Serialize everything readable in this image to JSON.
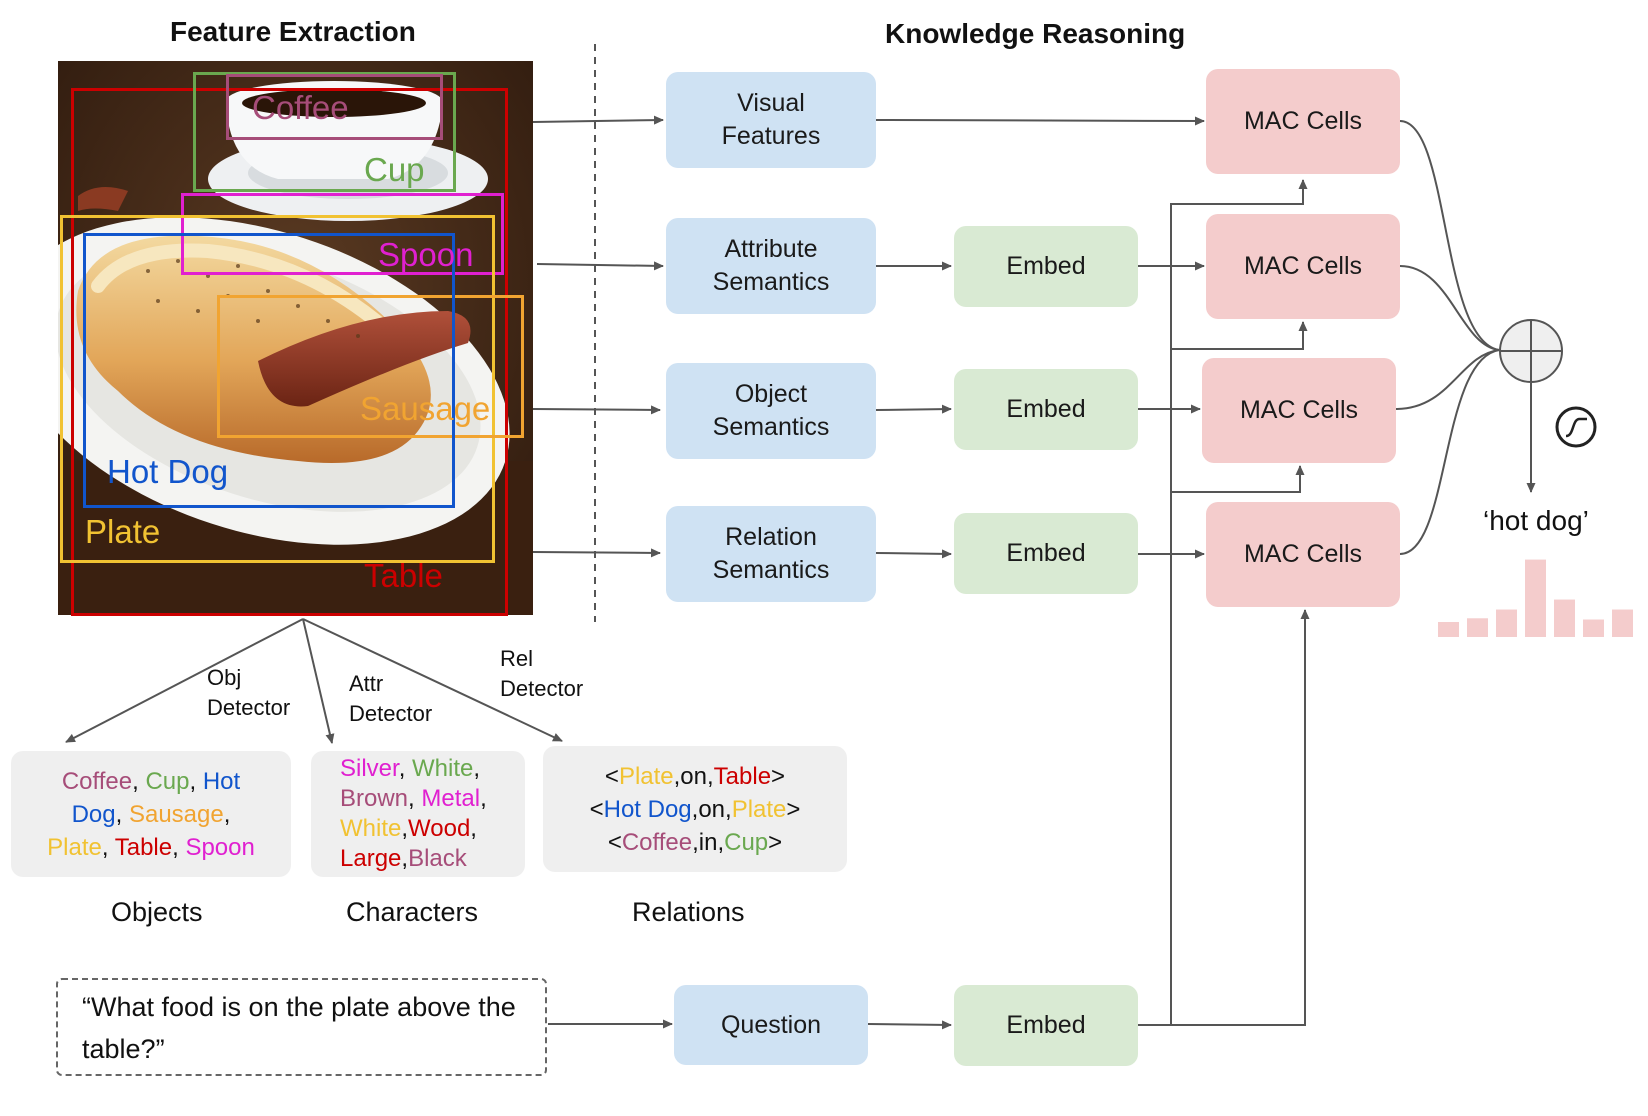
{
  "titles": {
    "left": "Feature Extraction",
    "right": "Knowledge Reasoning"
  },
  "colors": {
    "coffee": "#a64d79",
    "cup": "#6aa84f",
    "spoon": "#e020d0",
    "sausage": "#f1a431",
    "hotdog": "#1155cc",
    "plate": "#f1c232",
    "table": "#cc0000",
    "brown": "#a64d79",
    "black": "#a64d79"
  },
  "photo_labels": {
    "coffee": "Coffee",
    "cup": "Cup",
    "spoon": "Spoon",
    "sausage": "Sausage",
    "hotdog": "Hot Dog",
    "plate": "Plate",
    "table": "Table"
  },
  "inputs": {
    "visual": [
      "Visual",
      "Features"
    ],
    "attribute": [
      "Attribute",
      "Semantics"
    ],
    "object": [
      "Object",
      "Semantics"
    ],
    "relation": [
      "Relation",
      "Semantics"
    ],
    "question": "Question"
  },
  "embed_label": "Embed",
  "mac_label": "MAC Cells",
  "answer": "‘hot dog’",
  "answer_distribution": [
    0.12,
    0.15,
    0.22,
    0.62,
    0.3,
    0.14,
    0.22
  ],
  "detectors": {
    "obj": [
      "Obj",
      "Detector"
    ],
    "attr": [
      "Attr",
      "Detector"
    ],
    "rel": [
      "Rel",
      "Detector"
    ]
  },
  "objects": [
    [
      {
        "t": "Coffee",
        "c": "coffee"
      },
      {
        "t": ", "
      },
      {
        "t": "Cup",
        "c": "cup"
      },
      {
        "t": ", "
      },
      {
        "t": "Hot",
        "c": "hotdog"
      }
    ],
    [
      {
        "t": "Dog",
        "c": "hotdog"
      },
      {
        "t": ", "
      },
      {
        "t": "Sausage",
        "c": "sausage"
      },
      {
        "t": ","
      }
    ],
    [
      {
        "t": "Plate",
        "c": "plate"
      },
      {
        "t": ", "
      },
      {
        "t": "Table",
        "c": "table"
      },
      {
        "t": ", "
      },
      {
        "t": "Spoon",
        "c": "spoon"
      }
    ]
  ],
  "characters": [
    [
      {
        "t": "Silver",
        "c": "spoon"
      },
      {
        "t": ", "
      },
      {
        "t": "White",
        "c": "cup"
      },
      {
        "t": ","
      }
    ],
    [
      {
        "t": "Brown",
        "c": "brown"
      },
      {
        "t": ", "
      },
      {
        "t": "Metal",
        "c": "spoon"
      },
      {
        "t": ","
      }
    ],
    [
      {
        "t": "White",
        "c": "plate"
      },
      {
        "t": ","
      },
      {
        "t": "Wood",
        "c": "table"
      },
      {
        "t": ","
      }
    ],
    [
      {
        "t": "Large",
        "c": "table"
      },
      {
        "t": ","
      },
      {
        "t": "Black",
        "c": "black"
      }
    ]
  ],
  "relations": [
    [
      {
        "t": "<"
      },
      {
        "t": "Plate",
        "c": "plate"
      },
      {
        "t": ",on,"
      },
      {
        "t": "Table",
        "c": "table"
      },
      {
        "t": ">"
      }
    ],
    [
      {
        "t": "<"
      },
      {
        "t": "Hot Dog",
        "c": "hotdog"
      },
      {
        "t": ",on,"
      },
      {
        "t": "Plate",
        "c": "plate"
      },
      {
        "t": ">"
      }
    ],
    [
      {
        "t": "<"
      },
      {
        "t": "Coffee",
        "c": "coffee"
      },
      {
        "t": ",in,"
      },
      {
        "t": "Cup",
        "c": "cup"
      },
      {
        "t": ">"
      }
    ]
  ],
  "captions": {
    "objects": "Objects",
    "characters": "Characters",
    "relations": "Relations"
  },
  "question_text": "“What food is on the plate above the table?”"
}
